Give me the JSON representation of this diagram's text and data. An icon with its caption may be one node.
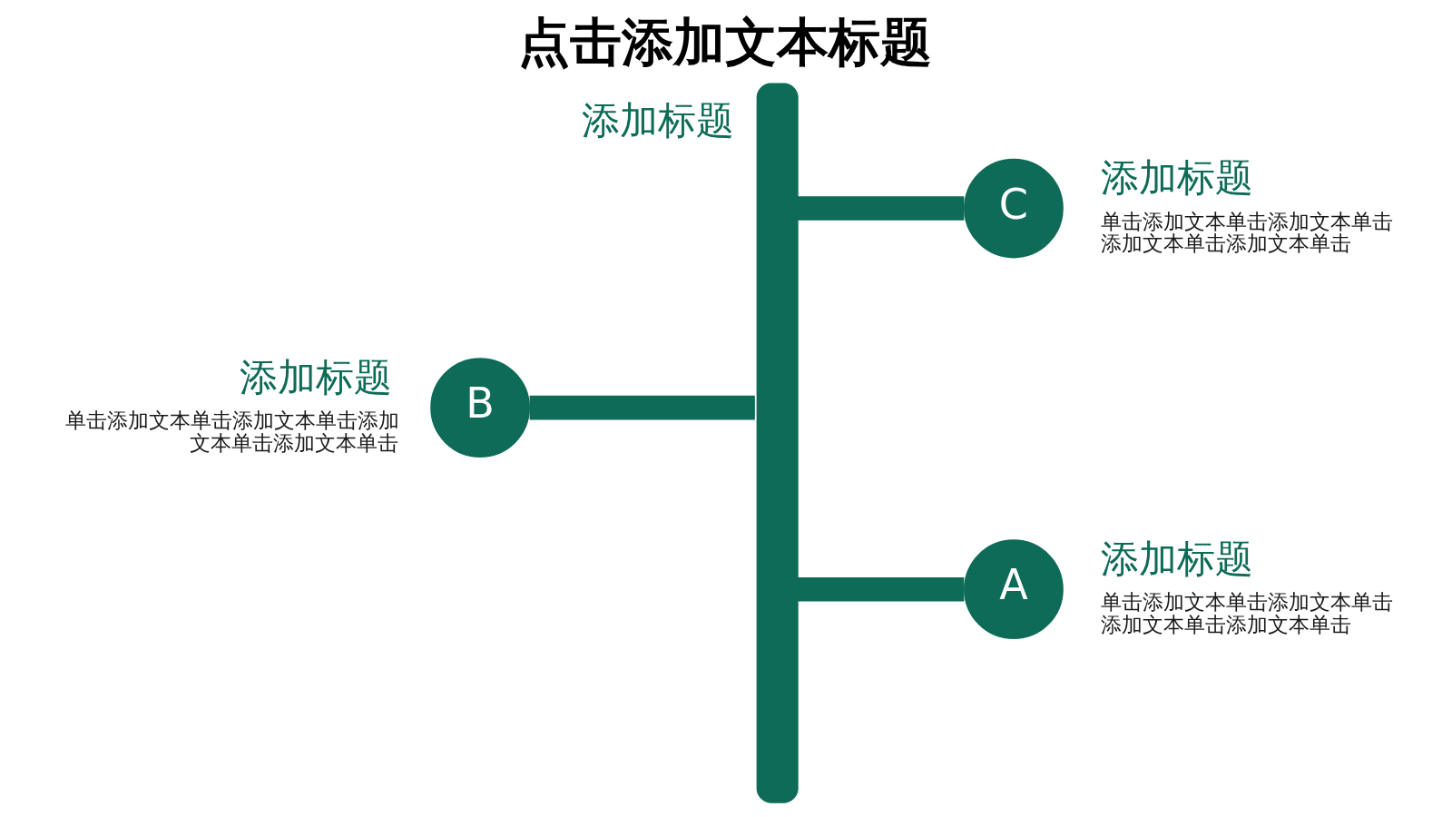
{
  "diagram": {
    "title": "点击添加文本标题",
    "nodes": [
      {
        "text": [
          "添加标题"
        ]
      },
      {
        "text": [
          "C"
        ],
        "beside": [
          "添加标题",
          "单击添加文本单击添加文本单击添加文本单击添加文本单击"
        ]
      },
      {
        "text": [
          "B"
        ],
        "beside": [
          "添加标题",
          "单击添加文本单击添加文本单击添加文本单击添加文本单击"
        ]
      },
      {
        "text": [
          "A"
        ],
        "beside": [
          "添加标题",
          "单击添加文本单击添加文本单击添加文本单击添加文本单击"
        ]
      }
    ],
    "edges": [
      {
        "from": 0,
        "to": 1,
        "arrow": "none"
      },
      {
        "from": 2,
        "to": 0,
        "arrow": "none"
      },
      {
        "from": 0,
        "to": 3,
        "arrow": "none"
      }
    ]
  }
}
